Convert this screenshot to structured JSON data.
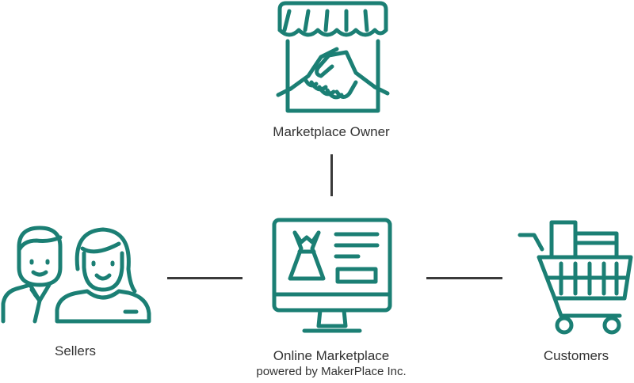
{
  "colors": {
    "icon_stroke": "#1b7f74",
    "text": "#333333",
    "connector": "#3a3a3a",
    "background": "#ffffff"
  },
  "nodes": {
    "owner": {
      "label": "Marketplace Owner",
      "icon": "storefront-handshake-icon"
    },
    "marketplace": {
      "label": "Online Marketplace",
      "sublabel": "powered by MakerPlace Inc.",
      "icon": "monitor-shop-icon"
    },
    "sellers": {
      "label": "Sellers",
      "icon": "people-icon"
    },
    "customers": {
      "label": "Customers",
      "icon": "shopping-cart-icon"
    }
  }
}
